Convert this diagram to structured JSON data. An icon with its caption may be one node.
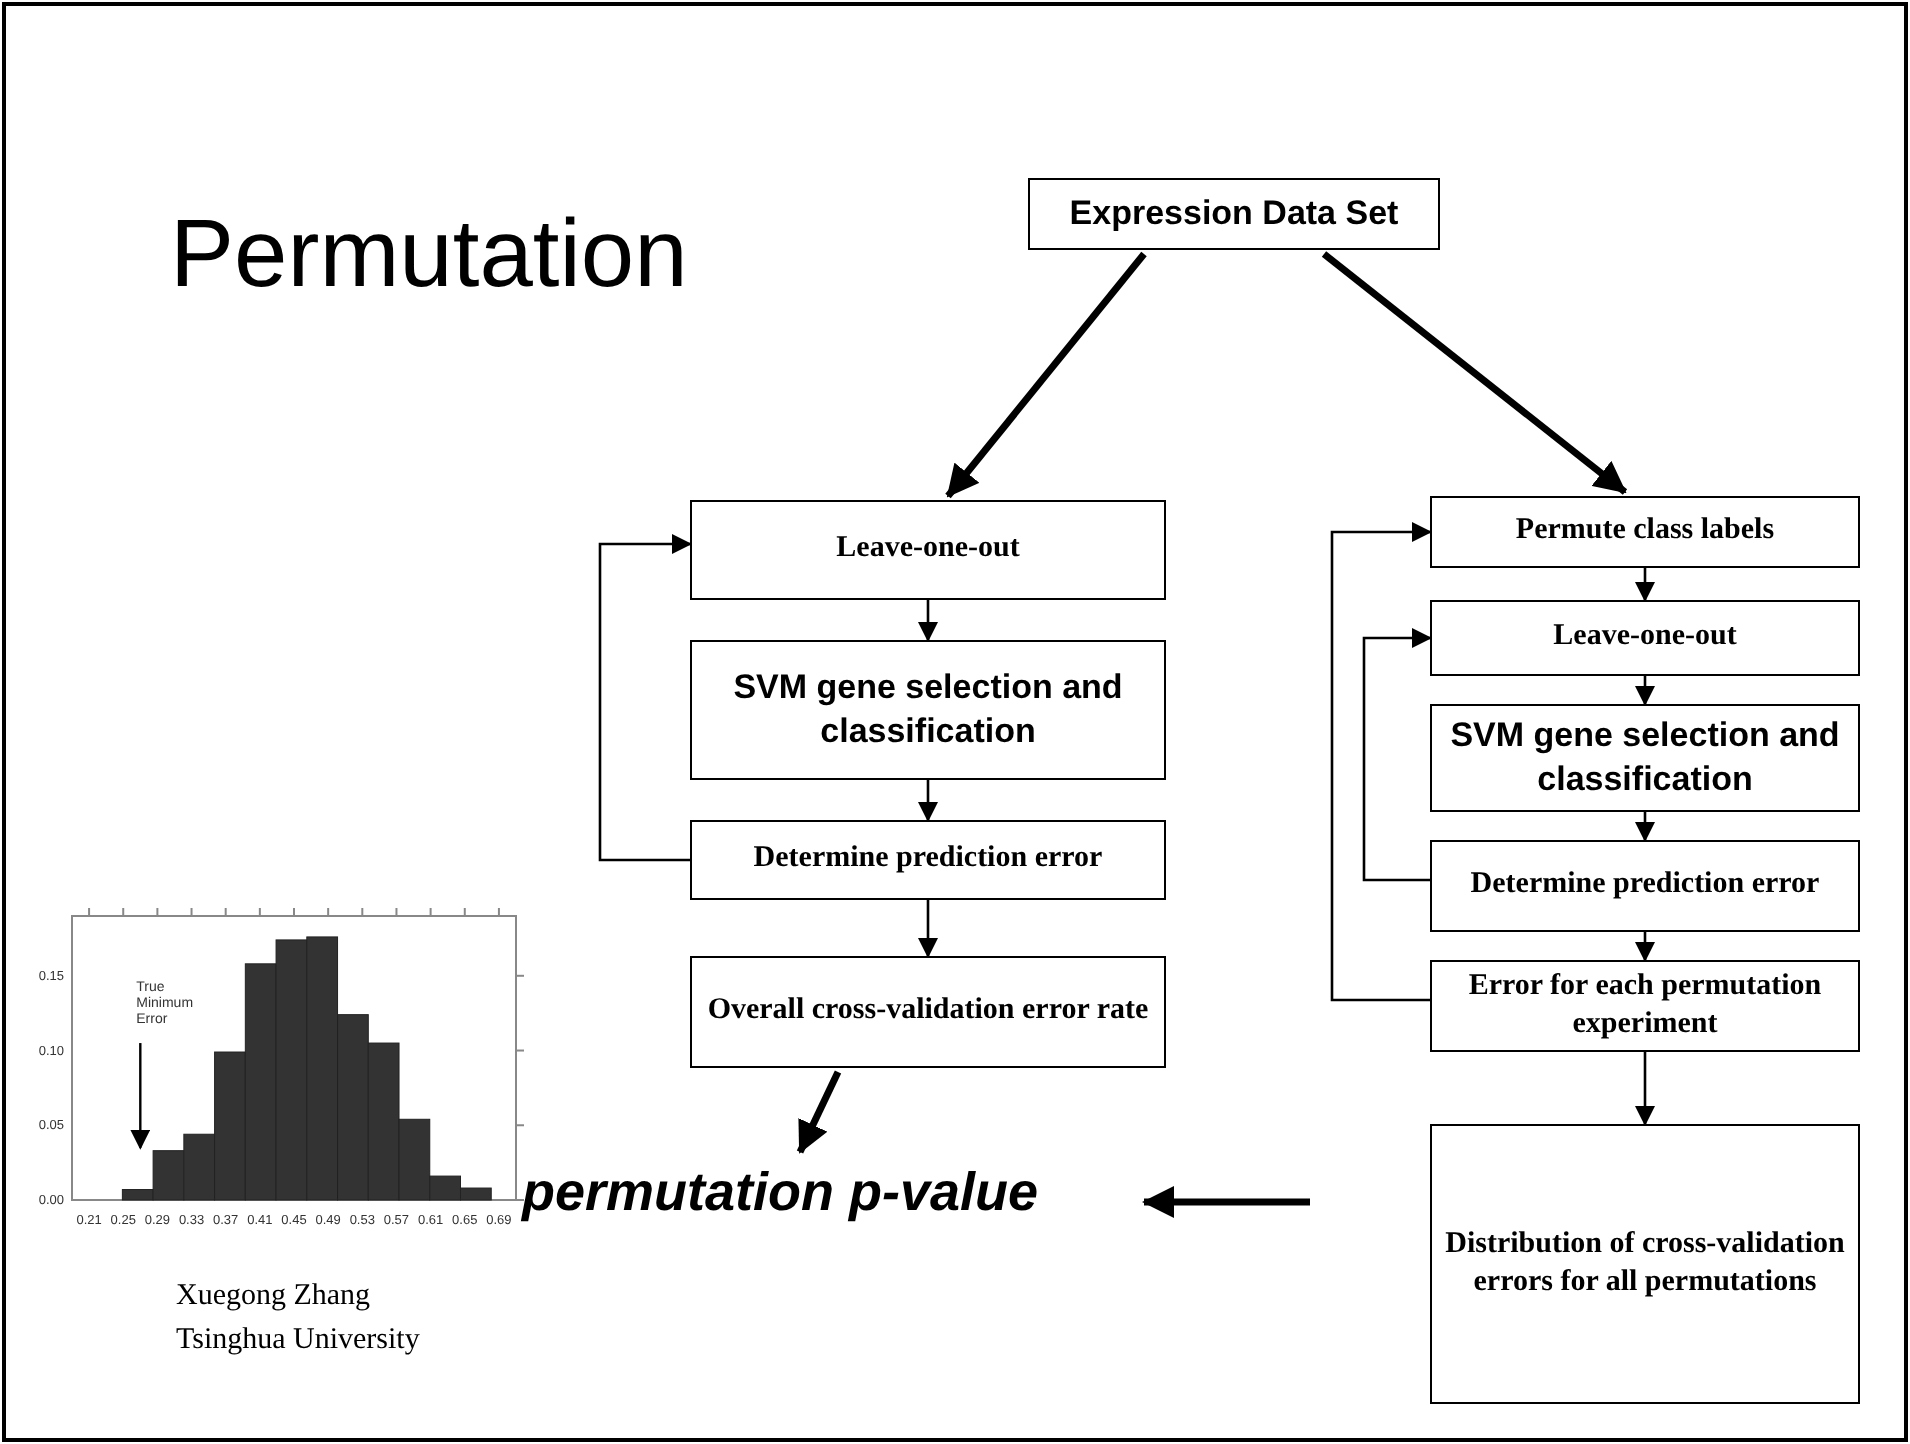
{
  "diagram": {
    "title": "Permutation",
    "nodes": [
      {
        "text": [
          "Expression Data Set"
        ]
      },
      {
        "text": [
          "Leave-one-out"
        ]
      },
      {
        "text": [
          "SVM gene selection and classification"
        ]
      },
      {
        "text": [
          "Determine prediction error"
        ]
      },
      {
        "text": [
          "Overall cross-validation error rate"
        ]
      },
      {
        "text": [
          "permutation p-value"
        ]
      },
      {
        "text": [
          "Permute class labels"
        ]
      },
      {
        "text": [
          "Leave-one-out"
        ]
      },
      {
        "text": [
          "SVM gene selection and classification"
        ]
      },
      {
        "text": [
          "Determine prediction error"
        ]
      },
      {
        "text": [
          "Error for each permutation experiment"
        ]
      },
      {
        "text": [
          "Distribution of cross-validation errors for all permutations"
        ]
      }
    ],
    "edges": [
      {
        "from": 0,
        "to": 1,
        "arrow": "to",
        "style": "thick"
      },
      {
        "from": 0,
        "to": 6,
        "arrow": "to",
        "style": "thick"
      },
      {
        "from": 1,
        "to": 2,
        "arrow": "to"
      },
      {
        "from": 2,
        "to": 3,
        "arrow": "to"
      },
      {
        "from": 3,
        "to": 1,
        "arrow": "to"
      },
      {
        "from": 3,
        "to": 4,
        "arrow": "to"
      },
      {
        "from": 4,
        "to": 5,
        "arrow": "to",
        "style": "thick"
      },
      {
        "from": null,
        "to": 5,
        "arrow": "to",
        "style": "thick"
      },
      {
        "from": 6,
        "to": 7,
        "arrow": "to"
      },
      {
        "from": 7,
        "to": 8,
        "arrow": "to"
      },
      {
        "from": 8,
        "to": 9,
        "arrow": "to"
      },
      {
        "from": 9,
        "to": 7,
        "arrow": "to"
      },
      {
        "from": 9,
        "to": 10,
        "arrow": "to"
      },
      {
        "from": 10,
        "to": 6,
        "arrow": "to"
      },
      {
        "from": 10,
        "to": 11,
        "arrow": "to"
      }
    ],
    "labels": [
      "Xuegong Zhang",
      "Tsinghua University"
    ],
    "chart_data": {
      "type": "bar",
      "x": [
        0.267,
        0.303,
        0.339,
        0.375,
        0.411,
        0.447,
        0.483,
        0.519,
        0.555,
        0.591,
        0.627,
        0.663
      ],
      "values": [
        0.007,
        0.033,
        0.044,
        0.099,
        0.158,
        0.174,
        0.176,
        0.124,
        0.105,
        0.054,
        0.016,
        0.008
      ],
      "xlim": [
        0.19,
        0.71
      ],
      "ylim": [
        0,
        0.19
      ],
      "xticks": [
        {
          "value": 0.21,
          "label": "0.21"
        },
        {
          "value": 0.25,
          "label": "0.25"
        },
        {
          "value": 0.29,
          "label": "0.29"
        },
        {
          "value": 0.33,
          "label": "0.33"
        },
        {
          "value": 0.37,
          "label": "0.37"
        },
        {
          "value": 0.41,
          "label": "0.41"
        },
        {
          "value": 0.45,
          "label": "0.45"
        },
        {
          "value": 0.49,
          "label": "0.49"
        },
        {
          "value": 0.53,
          "label": "0.53"
        },
        {
          "value": 0.57,
          "label": "0.57"
        },
        {
          "value": 0.61,
          "label": "0.61"
        },
        {
          "value": 0.65,
          "label": "0.65"
        },
        {
          "value": 0.69,
          "label": "0.69"
        }
      ],
      "yticks": [
        {
          "value": 0,
          "label": "0.00"
        },
        {
          "value": 0.05,
          "label": "0.05"
        },
        {
          "value": 0.1,
          "label": "0.10"
        },
        {
          "value": 0.15,
          "label": "0.15"
        }
      ],
      "annotations": [
        "True Minimum Error"
      ]
    }
  }
}
